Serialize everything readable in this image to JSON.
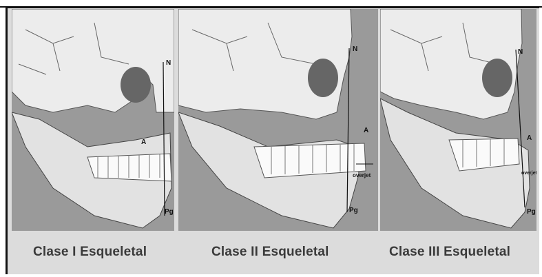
{
  "panels": [
    {
      "caption": "Clase I Esqueletal",
      "labels": {
        "n": "N",
        "a": "A",
        "pg": "Pg"
      }
    },
    {
      "caption": "Clase II Esqueletal",
      "labels": {
        "n": "N",
        "a": "A",
        "pg": "Pg",
        "overjet": "overjet"
      }
    },
    {
      "caption": "Clase III Esqueletal",
      "labels": {
        "n": "N",
        "a": "A",
        "pg": "Pg",
        "overjet": "overjet"
      }
    }
  ],
  "colors": {
    "bone": "#e8e8e8",
    "shadow": "#8c8c8c",
    "background": "#dcdcdc",
    "caption": "#3a3a3a"
  }
}
